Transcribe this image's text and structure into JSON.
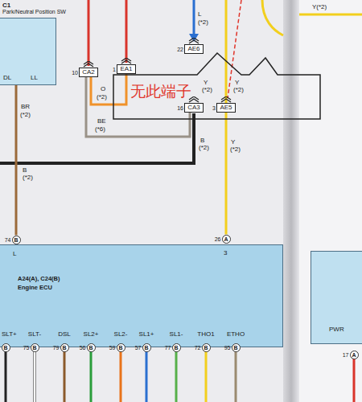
{
  "diagram": {
    "nodes": [
      {
        "text": [
          "C1",
          "Park/Neutral Position SW"
        ]
      },
      {
        "text": [
          "10",
          "CA2"
        ]
      },
      {
        "text": [
          "1",
          "EA1"
        ]
      },
      {
        "text": [
          "22",
          "AE6"
        ]
      },
      {
        "text": [
          "无此端子"
        ]
      },
      {
        "text": [
          "16",
          "CA3"
        ]
      },
      {
        "text": [
          "3",
          "AE5"
        ]
      },
      {
        "text": [
          "74",
          "B"
        ]
      },
      {
        "text": [
          "26",
          "A"
        ]
      },
      {
        "text": [
          "A24(A), C24(B)",
          "Engine ECU"
        ]
      },
      {
        "text": [
          "B"
        ]
      },
      {
        "text": [
          "75",
          "B"
        ]
      },
      {
        "text": [
          "79",
          "B"
        ]
      },
      {
        "text": [
          "56",
          "B"
        ]
      },
      {
        "text": [
          "59",
          "B"
        ]
      },
      {
        "text": [
          "57",
          "B"
        ]
      },
      {
        "text": [
          "77",
          "B"
        ]
      },
      {
        "text": [
          "72",
          "B"
        ]
      },
      {
        "text": [
          "95",
          "B"
        ]
      },
      {
        "text": [
          "PWR"
        ]
      },
      {
        "text": [
          "17",
          "A"
        ]
      }
    ],
    "edges": [
      {
        "from": 1,
        "to": 2,
        "arrow": "none",
        "label": "O"
      },
      {
        "from": 1,
        "to": 5,
        "arrow": "none",
        "label": "BE"
      },
      {
        "from": 0,
        "to": 7,
        "arrow": "none",
        "label": "BR"
      },
      {
        "from": 6,
        "to": 8,
        "arrow": "none",
        "label": "Y"
      }
    ],
    "labels": [
      "L",
      "(*2)",
      "Y(*2)",
      "Y",
      "(*2)",
      "Y",
      "(*2)",
      "(*2)",
      "(*2)",
      "(*6)",
      "B",
      "(*2)",
      "(*2)",
      "B",
      "(*2)",
      "DL",
      "LL",
      "L",
      "3",
      "SLT+",
      "SLT-",
      "DSL",
      "SL2+",
      "SL2-",
      "SL1+",
      "SL1-",
      "THO1",
      "ETHO"
    ]
  }
}
